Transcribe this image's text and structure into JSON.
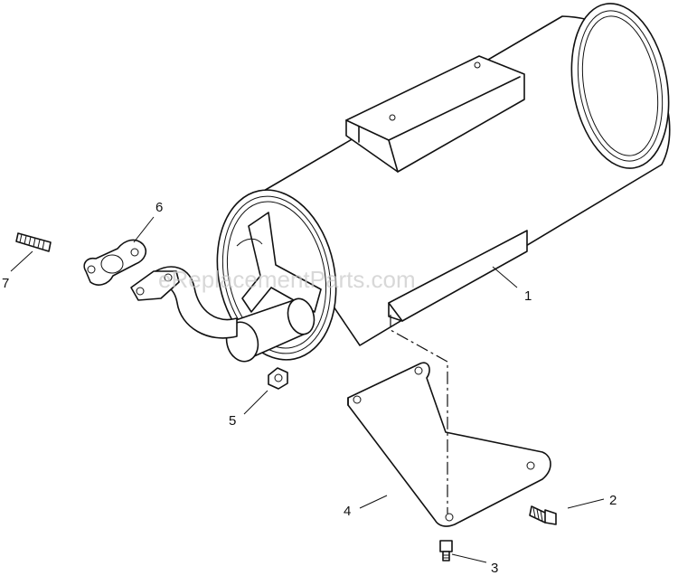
{
  "watermark": "eReplacementParts.com",
  "callouts": [
    {
      "id": "1",
      "label": "1"
    },
    {
      "id": "2",
      "label": "2"
    },
    {
      "id": "3",
      "label": "3"
    },
    {
      "id": "4",
      "label": "4"
    },
    {
      "id": "5",
      "label": "5"
    },
    {
      "id": "6",
      "label": "6"
    },
    {
      "id": "7",
      "label": "7"
    }
  ]
}
